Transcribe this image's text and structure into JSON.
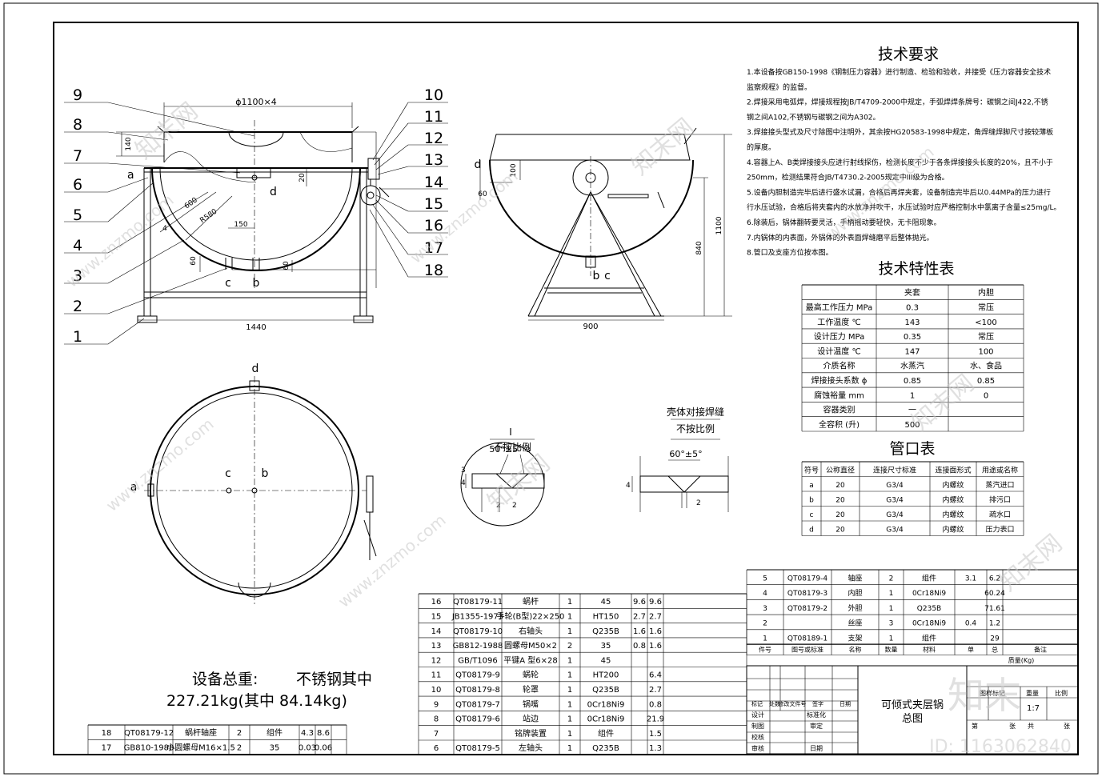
{
  "callouts": [
    "1",
    "2",
    "3",
    "4",
    "5",
    "6",
    "7",
    "8",
    "9",
    "10",
    "11",
    "12",
    "13",
    "14",
    "15",
    "16",
    "17",
    "18"
  ],
  "nozzle_letters": {
    "a": "a",
    "b": "b",
    "c": "c",
    "d": "d"
  },
  "dimensions": {
    "top_diameter": "ϕ1100×4",
    "height_140": "140",
    "height_20": "20",
    "r600": "600",
    "r580": "R580",
    "off_150": "150",
    "h60_left": "60",
    "h60_right": "60",
    "width_1440": "1440",
    "height_100": "100",
    "off_60": "60",
    "height_1100": "1100",
    "height_840": "840",
    "width_900": "900",
    "d4": "4"
  },
  "weld_details": {
    "detail1_title": "I",
    "detail1_scale": "不按比例",
    "detail1_angle": "50°±5°",
    "detail1_dims": [
      "3",
      "3",
      "4",
      "2",
      "2"
    ],
    "detail2_title": "壳体对接焊缝",
    "detail2_scale": "不按比例",
    "detail2_angle": "60°±5°",
    "detail2_dims": [
      "4",
      "2"
    ]
  },
  "weight": {
    "label": "设备总重:",
    "material": "不锈钢其中",
    "value": "227.21kg(其中  84.14kg)"
  },
  "tech_requirements": {
    "title": "技术要求",
    "lines": [
      "1.本设备按GB150-1998《钢制压力容器》进行制造、检验和验收，并接受《压力容器安全技术",
      "监察规程》的监督。",
      "2.焊接采用电弧焊，焊接规程按JB/T4709-2000中规定，手弧焊焊条牌号：碳钢之间J422,不锈",
      "钢之间A102,不锈钢与碳钢之间为A302。",
      "3.焊接接头型式及尺寸除图中注明外，其余按HG20583-1998中规定，角焊缝焊脚尺寸按较薄板",
      "的厚度。",
      "4.容器上A、B类焊接接头应进行射线探伤，检测长度不少于各条焊接接头长度的20%，且不小于",
      "250mm，检测结果符合JB/T4730.2-2005规定中III级为合格。",
      "5.设备内胆制造完毕后进行盛水试漏，合格后再焊夹套，设备制造完毕后以0.44MPa的压力进行",
      "行水压试验，合格后将夹套内的水放净并吹干，水压试验时应严格控制水中氯离子含量≤25mg/L。",
      "6.除装后，锅体翻转要灵活，手柄摇动要轻快，无卡阻现象。",
      "7.内锅体的内表面，外锅体的外表面焊缝磨平后整体抛光。",
      "8.管口及支座方位按本图。"
    ]
  },
  "tech_spec": {
    "title": "技术特性表",
    "headers": [
      "",
      "夹套",
      "内胆"
    ],
    "rows": [
      [
        "最高工作压力 MPa",
        "0.3",
        "常压"
      ],
      [
        "工作温度     ℃",
        "143",
        "<100"
      ],
      [
        "设计压力     MPa",
        "0.35",
        "常压"
      ],
      [
        "设计温度     ℃",
        "147",
        "100"
      ],
      [
        "介质名称",
        "水蒸汽",
        "水、食品"
      ],
      [
        "焊接接头系数  ϕ",
        "0.85",
        "0.85"
      ],
      [
        "腐蚀裕量      mm",
        "1",
        "0"
      ],
      [
        "容器类别",
        "一",
        ""
      ],
      [
        "全容积    (升)",
        "500",
        ""
      ]
    ]
  },
  "nozzle_table": {
    "title": "管口表",
    "headers": [
      "符号",
      "公称直径",
      "连接尺寸标准",
      "连接面形式",
      "用途或名称"
    ],
    "rows": [
      [
        "a",
        "20",
        "G3/4",
        "内螺纹",
        "蒸汽进口"
      ],
      [
        "b",
        "20",
        "G3/4",
        "内螺纹",
        "排污口"
      ],
      [
        "c",
        "20",
        "G3/4",
        "内螺纹",
        "疏水口"
      ],
      [
        "d",
        "20",
        "G3/4",
        "内螺纹",
        "压力表口"
      ]
    ]
  },
  "bom_right": {
    "rows": [
      [
        "5",
        "QT08179-4",
        "轴座",
        "2",
        "组件",
        "3.1",
        "6.2",
        ""
      ],
      [
        "4",
        "QT08179-3",
        "内胆",
        "1",
        "0Cr18Ni9",
        "",
        "60.24",
        ""
      ],
      [
        "3",
        "QT08179-2",
        "外胆",
        "1",
        "Q235B",
        "",
        "71.61",
        ""
      ],
      [
        "2",
        "",
        "丝座",
        "3",
        "0Cr18Ni9",
        "0.4",
        "1.2",
        ""
      ],
      [
        "1",
        "QT08189-1",
        "支架",
        "1",
        "组件",
        "",
        "29",
        ""
      ]
    ],
    "header": [
      "件号",
      "图号或标准",
      "名称",
      "数量",
      "材料",
      "单",
      "总",
      "备注"
    ],
    "header_sub": "质量(Kg)"
  },
  "bom_middle": {
    "rows": [
      [
        "16",
        "QT08179-11",
        "蜗杆",
        "1",
        "45",
        "9.6",
        "9.6"
      ],
      [
        "15",
        "JB1355-1973",
        "手轮(B型)22×250",
        "1",
        "HT150",
        "2.7",
        "2.7"
      ],
      [
        "14",
        "QT08179-10",
        "右轴头",
        "1",
        "Q235B",
        "1.6",
        "1.6"
      ],
      [
        "13",
        "GB812-1988",
        "圆螺母M50×2",
        "2",
        "35",
        "0.8",
        "1.6"
      ],
      [
        "12",
        "GB/T1096",
        "平键A 型6×28",
        "1",
        "45",
        "",
        ""
      ],
      [
        "11",
        "QT08179-9",
        "蜗轮",
        "1",
        "HT200",
        "",
        "6.4"
      ],
      [
        "10",
        "QT08179-8",
        "轮罩",
        "1",
        "Q235B",
        "",
        "2.7"
      ],
      [
        "9",
        "QT08179-7",
        "锅嘴",
        "1",
        "0Cr18Ni9",
        "",
        "0.8"
      ],
      [
        "8",
        "QT08179-6",
        "站边",
        "1",
        "0Cr18Ni9",
        "",
        "21.9"
      ],
      [
        "7",
        "",
        "铭牌装置",
        "1",
        "组件",
        "",
        "1.5"
      ],
      [
        "6",
        "QT08179-5",
        "左轴头",
        "1",
        "Q235B",
        "",
        "1.3"
      ]
    ]
  },
  "bom_left": {
    "rows": [
      [
        "18",
        "QT08179-12",
        "蜗杆轴座",
        "2",
        "组件",
        "4.3",
        "8.6"
      ],
      [
        "17",
        "GB810-1988",
        "小圆螺母M16×1.5",
        "2",
        "35",
        "0.03",
        "0.06"
      ]
    ]
  },
  "title_block": {
    "name": "可倾式夹层锅",
    "sub": "总图",
    "labels": [
      "标记",
      "处数",
      "修改文件号",
      "签字",
      "日期"
    ],
    "roles": [
      "设计",
      "制图",
      "校核",
      "审核"
    ],
    "roles2": [
      "标准化",
      "审定",
      "日期"
    ],
    "meta": [
      "图样标记",
      "重量",
      "比例"
    ],
    "scale": "1:7",
    "sheet": [
      "第",
      "张",
      "共",
      "张"
    ]
  },
  "watermarks": {
    "brand": "知末网",
    "url": "www.znzmo.com",
    "logo": "知末",
    "id": "ID: 1163062840"
  }
}
